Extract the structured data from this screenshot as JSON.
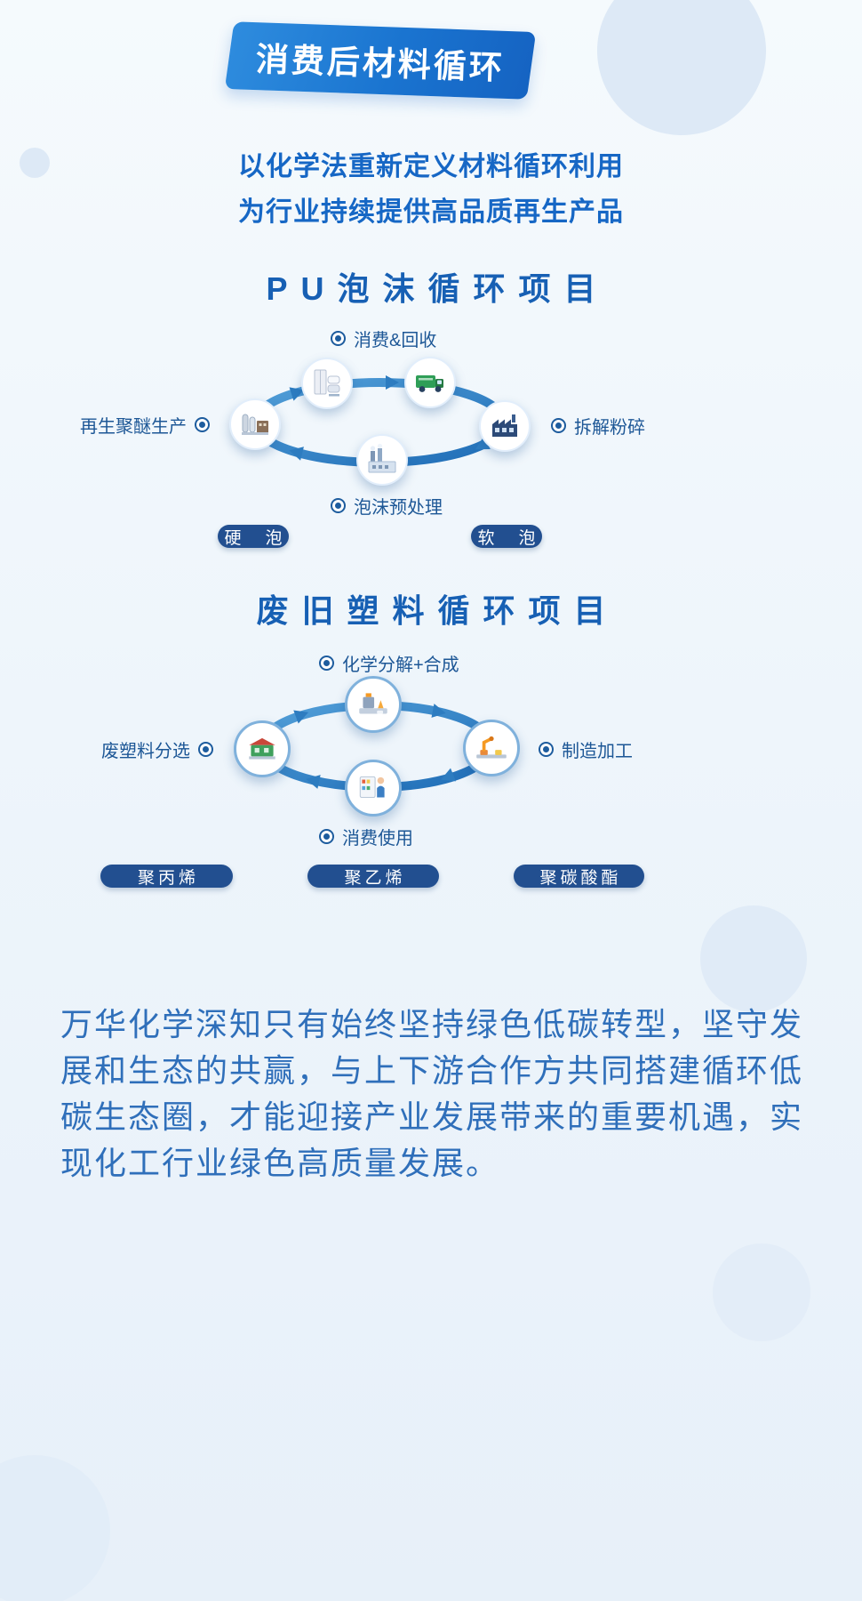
{
  "colors": {
    "banner_blue": "#1a74d0",
    "title_blue": "#1760b4",
    "label_blue": "#1d5796",
    "pill_navy": "#224f90",
    "ring_blue": "#2d7cc0",
    "body_blue": "#2f6fba",
    "background": "#eef4fb"
  },
  "banner": {
    "title": "消费后材料循环"
  },
  "intro": {
    "line1": "以化学法重新定义材料循环利用",
    "line2": "为行业持续提供高品质再生产品"
  },
  "pu_cycle": {
    "title": "PU泡沫循环项目",
    "steps": {
      "top": "消费&回收",
      "right": "拆解粉碎",
      "bottom": "泡沫预处理",
      "left": "再生聚醚生产"
    },
    "tags": [
      "硬　泡",
      "软　泡"
    ]
  },
  "plastic_cycle": {
    "title": "废旧塑料循环项目",
    "steps": {
      "top": "化学分解+合成",
      "right": "制造加工",
      "bottom": "消费使用",
      "left": "废塑料分选"
    },
    "tags": [
      "聚丙烯",
      "聚乙烯",
      "聚碳酸酯"
    ]
  },
  "footer": {
    "paragraph": "万华化学深知只有始终坚持绿色低碳转型，坚守发展和生态的共赢，与上下游合作方共同搭建循环低碳生态圈，才能迎接产业发展带来的重要机遇，实现化工行业绿色高质量发展。"
  }
}
